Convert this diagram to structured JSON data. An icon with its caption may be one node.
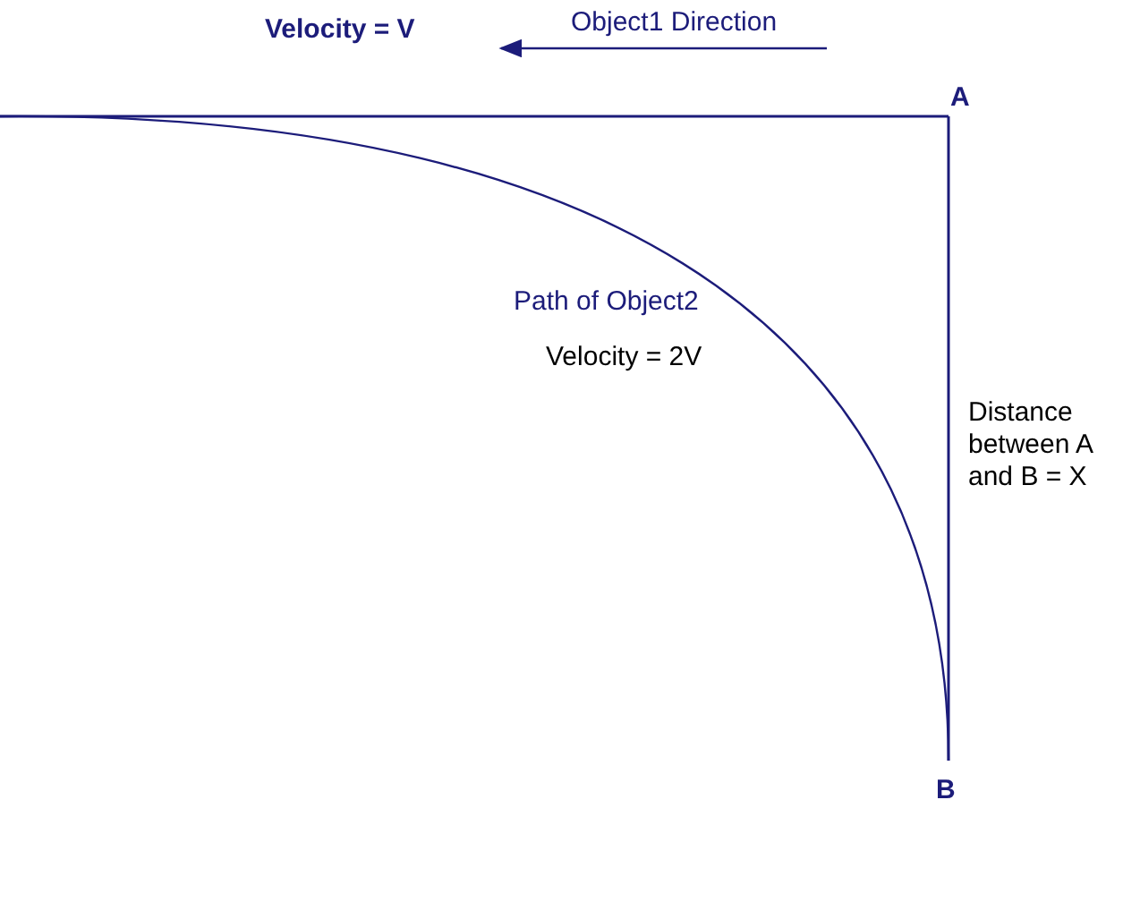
{
  "diagram": {
    "labels": [
      "Velocity = V",
      "Object1 Direction",
      "A",
      "Path of Object2",
      "Velocity = 2V",
      "Distance between A and B = X",
      "B"
    ]
  }
}
